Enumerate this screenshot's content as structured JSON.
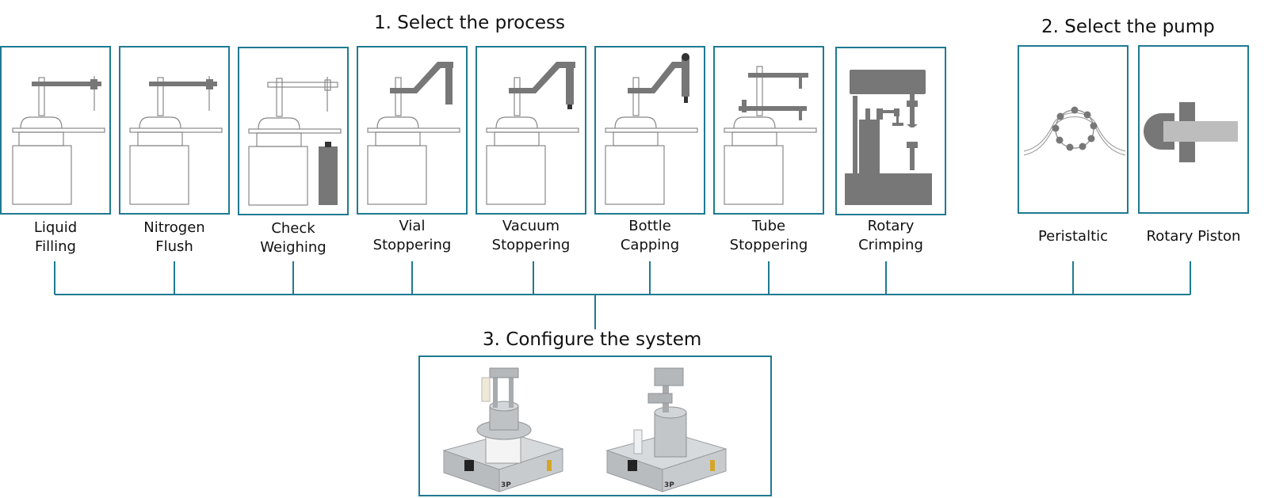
{
  "step1": {
    "title": "1. Select the process"
  },
  "step2": {
    "title": "2. Select the pump"
  },
  "step3": {
    "title": "3. Configure the system"
  },
  "processes": [
    {
      "line1": "Liquid",
      "line2": "Filling",
      "icon": "liquid-filling-icon"
    },
    {
      "line1": "Nitrogen",
      "line2": "Flush",
      "icon": "nitrogen-flush-icon"
    },
    {
      "line1": "Check",
      "line2": "Weighing",
      "icon": "check-weighing-icon"
    },
    {
      "line1": "Vial",
      "line2": "Stoppering",
      "icon": "vial-stoppering-icon"
    },
    {
      "line1": "Vacuum",
      "line2": "Stoppering",
      "icon": "vacuum-stoppering-icon"
    },
    {
      "line1": "Bottle",
      "line2": "Capping",
      "icon": "bottle-capping-icon"
    },
    {
      "line1": "Tube",
      "line2": "Stoppering",
      "icon": "tube-stoppering-icon"
    },
    {
      "line1": "Rotary",
      "line2": "Crimping",
      "icon": "rotary-crimping-icon"
    }
  ],
  "pumps": [
    {
      "label": "Peristaltic",
      "icon": "peristaltic-pump-icon"
    },
    {
      "label": "Rotary Piston",
      "icon": "rotary-piston-pump-icon"
    }
  ],
  "system": {
    "badge_left": "3P",
    "badge_right": "3P"
  },
  "colors": {
    "accent": "#1f7a92",
    "icon_gray": "#777777",
    "outline_gray": "#888888",
    "steel": "#c9cccf"
  }
}
